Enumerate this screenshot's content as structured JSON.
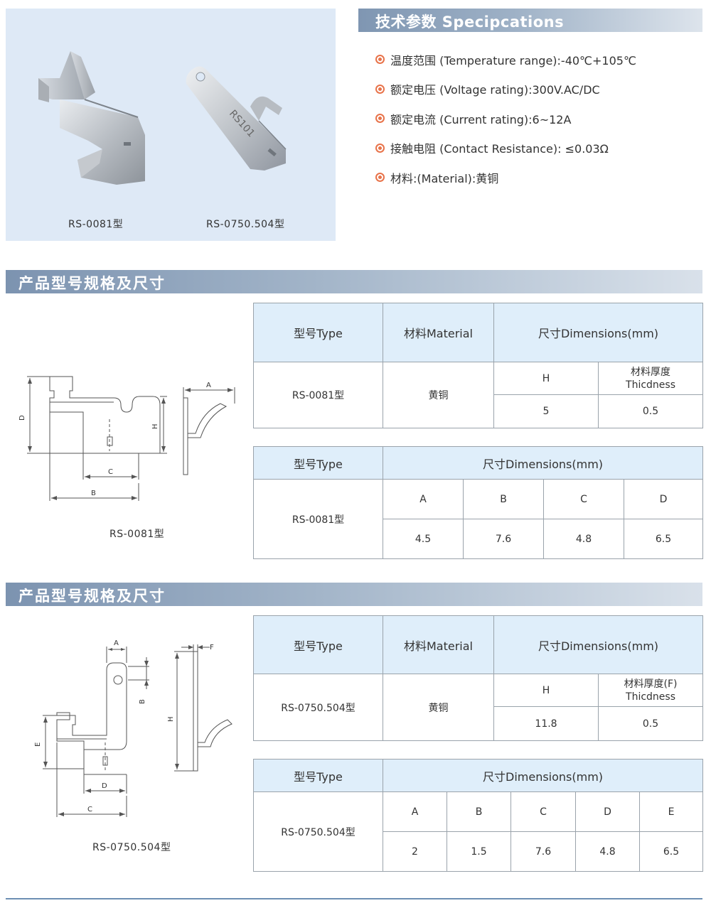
{
  "photos": {
    "caption_left": "RS-0081型",
    "caption_right": "RS-0750.504型",
    "stamp_text": "RS101"
  },
  "specs": {
    "title": "技术参数 Specipcations",
    "items": [
      "温度范围 (Temperature range):-40℃+105℃",
      "额定电压 (Voltage rating):300V.AC/DC",
      "额定电流 (Current rating):6~12A",
      "接触电阻 (Contact Resistance): ≤0.03Ω",
      "材料:(Material):黄铜"
    ]
  },
  "section1": {
    "title": "产品型号规格及尺寸",
    "drawing_label": "RS-0081型",
    "dims": {
      "D": "D",
      "H": "H",
      "C": "C",
      "B": "B",
      "A": "A"
    },
    "table1": {
      "type_hd": "型号Type",
      "material_hd": "材料Material",
      "dims_hd": "尺寸Dimensions(mm)",
      "type_val": "RS-0081型",
      "material_val": "黄铜",
      "h_hd": "H",
      "thick_hd_1": "材料厚度",
      "thick_hd_2": "Thicdness",
      "h_val": "5",
      "thick_val": "0.5"
    },
    "table2": {
      "type_hd": "型号Type",
      "dims_hd": "尺寸Dimensions(mm)",
      "type_val": "RS-0081型",
      "cols": [
        "A",
        "B",
        "C",
        "D"
      ],
      "vals": [
        "4.5",
        "7.6",
        "4.8",
        "6.5"
      ]
    }
  },
  "section2": {
    "title": "产品型号规格及尺寸",
    "drawing_label": "RS-0750.504型",
    "dims": {
      "A": "A",
      "B": "B",
      "E": "E",
      "D": "D",
      "C": "C",
      "F": "F",
      "H": "H"
    },
    "table1": {
      "type_hd": "型号Type",
      "material_hd": "材料Material",
      "dims_hd": "尺寸Dimensions(mm)",
      "type_val": "RS-0750.504型",
      "material_val": "黄铜",
      "h_hd": "H",
      "thick_hd_1": "材料厚度(F)",
      "thick_hd_2": "Thicdness",
      "h_val": "11.8",
      "thick_val": "0.5"
    },
    "table2": {
      "type_hd": "型号Type",
      "dims_hd": "尺寸Dimensions(mm)",
      "type_val": "RS-0750.504型",
      "cols": [
        "A",
        "B",
        "C",
        "D",
        "E"
      ],
      "vals": [
        "2",
        "1.5",
        "7.6",
        "4.8",
        "6.5"
      ]
    }
  },
  "colors": {
    "header_band": "#8aa0bb",
    "table_header_bg": "#dfeefa",
    "bullet": "#e8734a",
    "photo_panel_bg": "#dee9f6"
  }
}
